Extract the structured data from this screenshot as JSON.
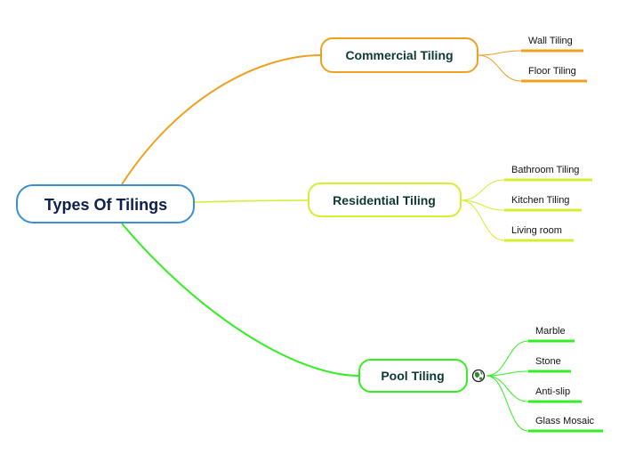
{
  "root": {
    "label": "Types Of Tilings",
    "border_color": "#3b8fd0",
    "text_color": "#0d1f4f"
  },
  "branches": [
    {
      "label": "Commercial Tiling",
      "color": "#f0a020",
      "text_color": "#0c3a33",
      "has_globe": false,
      "children": [
        "Wall Tiling",
        "Floor Tiling"
      ]
    },
    {
      "label": "Residential Tiling",
      "color": "#d4ee30",
      "text_color": "#0c3a33",
      "has_globe": false,
      "children": [
        "Bathroom Tiling",
        "Kitchen Tiling",
        "Living room"
      ]
    },
    {
      "label": "Pool Tiling",
      "color": "#33ee22",
      "text_color": "#0c3a33",
      "has_globe": true,
      "globe_icon": "globe-icon",
      "children": [
        "Marble",
        "Stone",
        "Anti-slip",
        "Glass Mosaic"
      ]
    }
  ]
}
